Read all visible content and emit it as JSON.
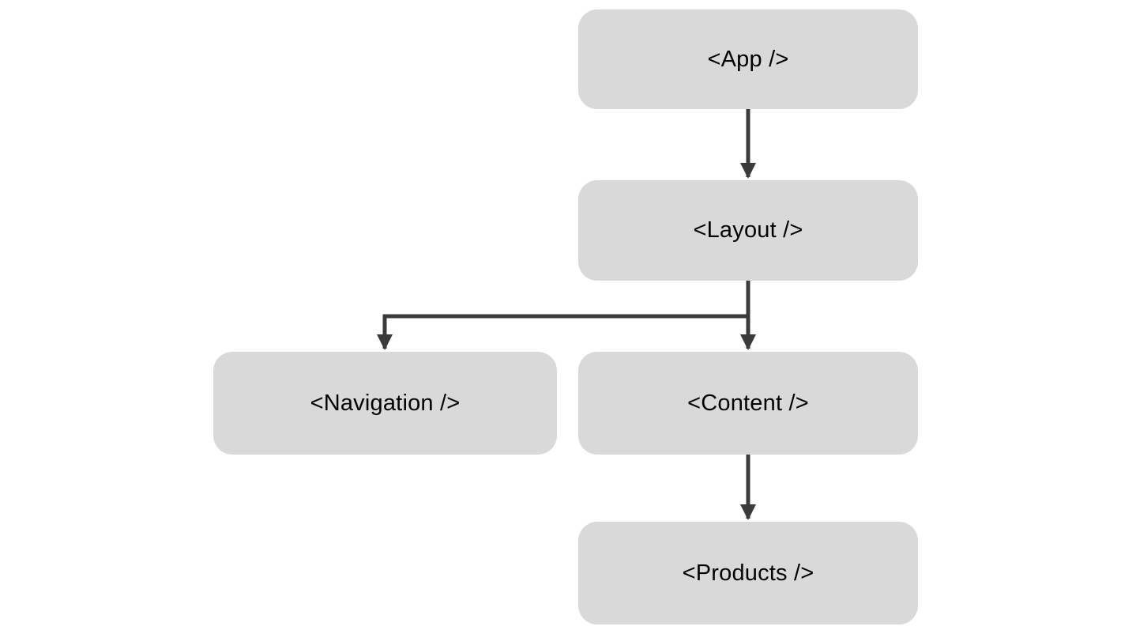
{
  "diagram": {
    "type": "component-tree",
    "nodes": [
      {
        "id": "app",
        "label": "<App />"
      },
      {
        "id": "layout",
        "label": "<Layout />"
      },
      {
        "id": "navigation",
        "label": "<Navigation />"
      },
      {
        "id": "content",
        "label": "<Content />"
      },
      {
        "id": "products",
        "label": "<Products />"
      }
    ],
    "edges": [
      {
        "from": "app",
        "to": "layout"
      },
      {
        "from": "layout",
        "to": "navigation"
      },
      {
        "from": "layout",
        "to": "content"
      },
      {
        "from": "content",
        "to": "products"
      }
    ]
  },
  "colors": {
    "background": "#ffffff",
    "box_fill": "#d9d9d9",
    "text": "#000000",
    "arrow": "#3a3a3a"
  }
}
